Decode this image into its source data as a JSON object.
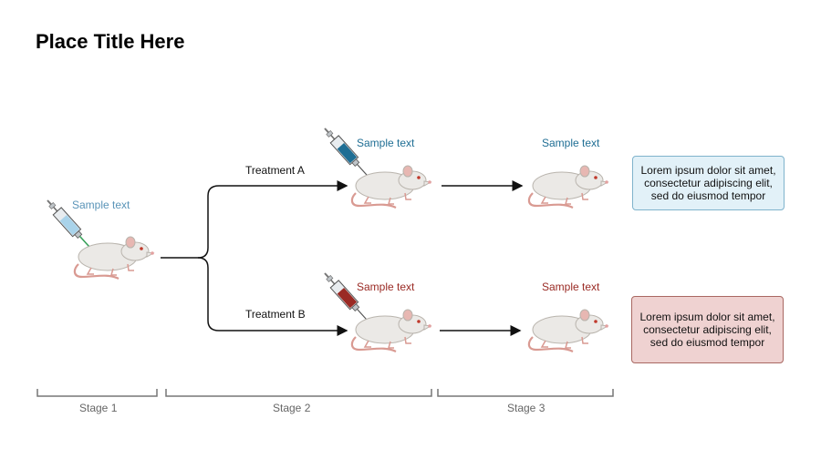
{
  "title": "Place Title Here",
  "labels": {
    "sample_stage1": "Sample text",
    "sample_a_stage2": "Sample text",
    "sample_a_stage3": "Sample text",
    "sample_b_stage2": "Sample text",
    "sample_b_stage3": "Sample text",
    "treatment_a": "Treatment A",
    "treatment_b": "Treatment B"
  },
  "notes": {
    "a": "Lorem ipsum dolor sit amet, consectetur adipiscing elit, sed do eiusmod tempor",
    "b": "Lorem ipsum dolor sit amet, consectetur adipiscing elit, sed do eiusmod tempor"
  },
  "stages": [
    "Stage 1",
    "Stage 2",
    "Stage 3"
  ],
  "colors": {
    "syringe_stage1": "#a9d3ea",
    "syringe_a": "#1f6e94",
    "syringe_b": "#9a2a24",
    "note_a_bg": "#e2f1f8",
    "note_b_bg": "#efd2d1"
  },
  "icons": [
    "mouse-icon",
    "syringe-icon",
    "arrow-icon"
  ]
}
